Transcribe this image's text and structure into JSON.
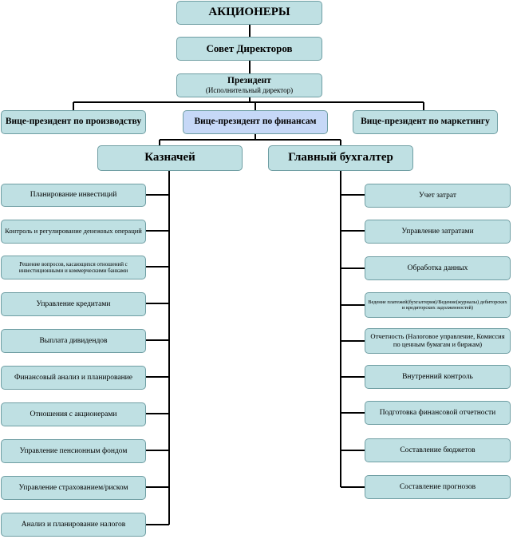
{
  "colors": {
    "box_fill": "#bfe0e3",
    "box_border": "#6f9ea3",
    "highlight_fill": "#c6d8f7",
    "line": "#000000"
  },
  "top": {
    "shareholders": "АКЦИОНЕРЫ",
    "board": "Совет Директоров",
    "president": "Президент",
    "president_sub": "(Исполнительный директор)"
  },
  "vice": {
    "production": "Вице-президент по производству",
    "finance": "Вице-президент по финансам",
    "marketing": "Вице-президент по маркетингу"
  },
  "treasurer": {
    "title": "Казначей",
    "items": [
      "Планирование инвестиций",
      "Контроль и регулирование денежных операций",
      "Решение вопросов, касающихся отношений с инвестиционными и коммерческими банками",
      "Управление кредитами",
      "Выплата дивидендов",
      "Финансовый анализ и планирование",
      "Отношения с акционерами",
      "Управление пенсионным фондом",
      "Управление страхованием/риском",
      "Анализ и планирование налогов"
    ]
  },
  "accountant": {
    "title": "Главный бухгалтер",
    "items": [
      "Учет затрат",
      "Управление затратами",
      "Обработка данных",
      "Ведение платежей(бухгалтерия)/Ведение(журналы) дебиторских и кредиторских задолженностей)",
      "Отчетность (Налоговое управление, Комиссия по ценным бумагам и биржам)",
      "Внутренний контроль",
      "Подготовка финансовой отчетности",
      "Составление бюджетов",
      "Составление прогнозов"
    ]
  }
}
